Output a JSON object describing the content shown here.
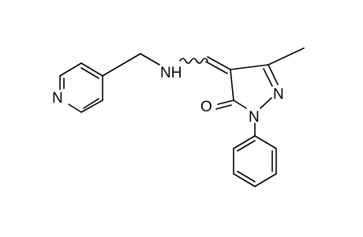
{
  "atoms": {
    "pyridine_n": "N",
    "amine_nh": "NH",
    "carbonyl_o": "O",
    "pyrazole_n1": "N",
    "pyrazole_n2": "N"
  },
  "colors": {
    "bond": "#000000",
    "label": "#000000",
    "background": "#ffffff"
  }
}
